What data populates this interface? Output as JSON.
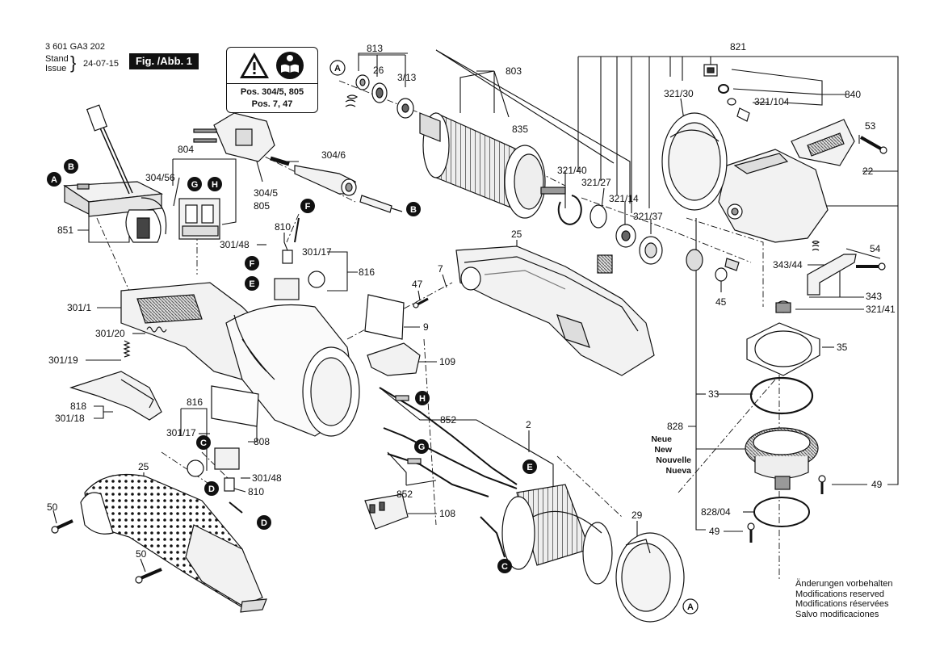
{
  "header": {
    "doc_number": "3 601 GA3 202",
    "stand_label": "Stand",
    "issue_label": "Issue",
    "date": "24-07-15",
    "figure_label": "Fig. /Abb. 1"
  },
  "notice": {
    "line1": "Pos. 304/5, 805",
    "line2": "Pos. 7, 47",
    "icons": [
      "warning-icon",
      "read-manual-icon"
    ]
  },
  "callouts": [
    {
      "id": "c813",
      "text": "813"
    },
    {
      "id": "c26",
      "text": "26"
    },
    {
      "id": "c3_13",
      "text": "3/13"
    },
    {
      "id": "c803",
      "text": "803"
    },
    {
      "id": "c835",
      "text": "835"
    },
    {
      "id": "c821",
      "text": "821"
    },
    {
      "id": "c321_30",
      "text": "321/30"
    },
    {
      "id": "c321_104",
      "text": "321/104"
    },
    {
      "id": "c840",
      "text": "840"
    },
    {
      "id": "c53",
      "text": "53"
    },
    {
      "id": "c22",
      "text": "22"
    },
    {
      "id": "c804",
      "text": "804"
    },
    {
      "id": "c304_6",
      "text": "304/6"
    },
    {
      "id": "c304_56",
      "text": "304/56"
    },
    {
      "id": "c304_5",
      "text": "304/5"
    },
    {
      "id": "c805",
      "text": "805"
    },
    {
      "id": "c851",
      "text": "851"
    },
    {
      "id": "c810a",
      "text": "810"
    },
    {
      "id": "c301_48a",
      "text": "301/48"
    },
    {
      "id": "c301_17a",
      "text": "301/17"
    },
    {
      "id": "c816a",
      "text": "816"
    },
    {
      "id": "c321_40",
      "text": "321/40"
    },
    {
      "id": "c321_27",
      "text": "321/27"
    },
    {
      "id": "c321_14",
      "text": "321/14"
    },
    {
      "id": "c321_37",
      "text": "321/37"
    },
    {
      "id": "c25a",
      "text": "25"
    },
    {
      "id": "c7",
      "text": "7"
    },
    {
      "id": "c47",
      "text": "47"
    },
    {
      "id": "c54",
      "text": "54"
    },
    {
      "id": "c343_44",
      "text": "343/44"
    },
    {
      "id": "c343",
      "text": "343"
    },
    {
      "id": "c45",
      "text": "45"
    },
    {
      "id": "c321_41",
      "text": "321/41"
    },
    {
      "id": "c301_1",
      "text": "301/1"
    },
    {
      "id": "c301_20",
      "text": "301/20"
    },
    {
      "id": "c301_19",
      "text": "301/19"
    },
    {
      "id": "c818",
      "text": "818"
    },
    {
      "id": "c301_18",
      "text": "301/18"
    },
    {
      "id": "c9",
      "text": "9"
    },
    {
      "id": "c109",
      "text": "109"
    },
    {
      "id": "c35",
      "text": "35"
    },
    {
      "id": "c33",
      "text": "33"
    },
    {
      "id": "c816b",
      "text": "816"
    },
    {
      "id": "c301_17b",
      "text": "301/17"
    },
    {
      "id": "c808",
      "text": "808"
    },
    {
      "id": "c852a",
      "text": "852"
    },
    {
      "id": "c2",
      "text": "2"
    },
    {
      "id": "c828",
      "text": "828"
    },
    {
      "id": "c301_48b",
      "text": "301/48"
    },
    {
      "id": "c810b",
      "text": "810"
    },
    {
      "id": "c25b",
      "text": "25"
    },
    {
      "id": "c852b",
      "text": "852"
    },
    {
      "id": "c108",
      "text": "108"
    },
    {
      "id": "c49a",
      "text": "49"
    },
    {
      "id": "c50a",
      "text": "50"
    },
    {
      "id": "c29",
      "text": "29"
    },
    {
      "id": "c828_04",
      "text": "828/04"
    },
    {
      "id": "c49b",
      "text": "49"
    },
    {
      "id": "c50b",
      "text": "50"
    }
  ],
  "new_labels": [
    "Neue",
    "New",
    "Nouvelle",
    "Nueva"
  ],
  "markers": [
    {
      "id": "mA1",
      "text": "A"
    },
    {
      "id": "mA2",
      "text": "A"
    },
    {
      "id": "mA3",
      "text": "A"
    },
    {
      "id": "mB1",
      "text": "B"
    },
    {
      "id": "mB2",
      "text": "B"
    },
    {
      "id": "mG1",
      "text": "G"
    },
    {
      "id": "mH1",
      "text": "H"
    },
    {
      "id": "mF1",
      "text": "F"
    },
    {
      "id": "mF2",
      "text": "F"
    },
    {
      "id": "mE1",
      "text": "E"
    },
    {
      "id": "mH2",
      "text": "H"
    },
    {
      "id": "mG2",
      "text": "G"
    },
    {
      "id": "mE2",
      "text": "E"
    },
    {
      "id": "mC1",
      "text": "C"
    },
    {
      "id": "mC2",
      "text": "C"
    },
    {
      "id": "mD1",
      "text": "D"
    },
    {
      "id": "mD2",
      "text": "D"
    }
  ],
  "footer": [
    "Änderungen vorbehalten",
    "Modifications reserved",
    "Modifications réservées",
    "Salvo modificaciones"
  ],
  "colors": {
    "ink": "#111111",
    "part_fill": "#f2f2f2",
    "part_dark": "#9a9a9a"
  }
}
